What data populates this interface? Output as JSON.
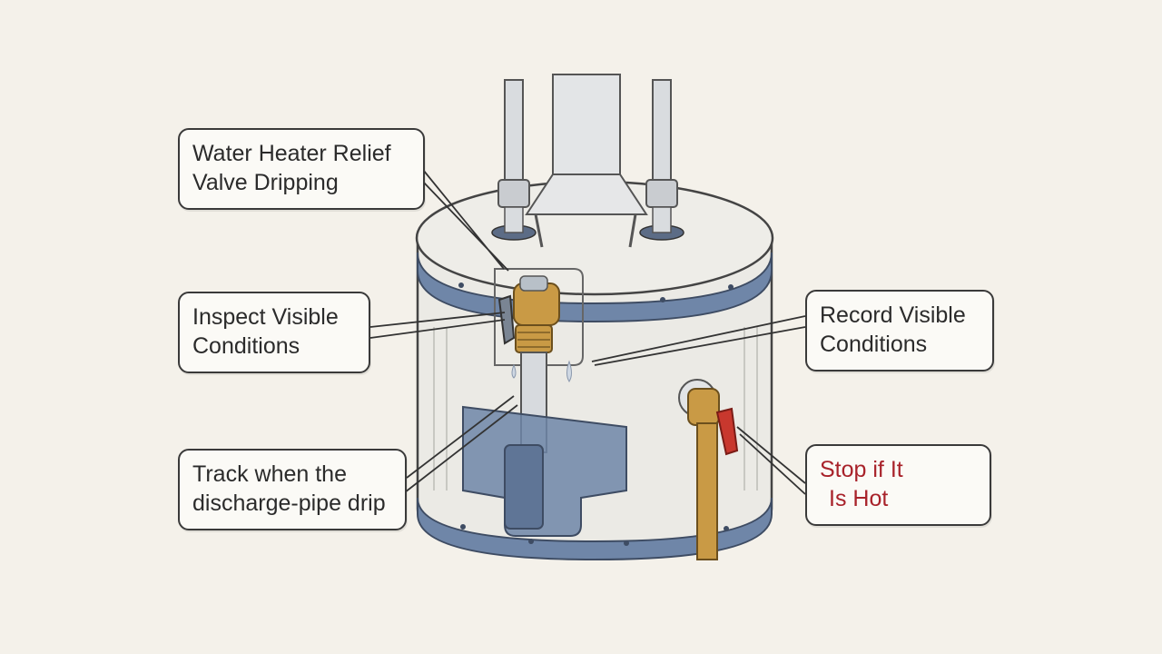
{
  "diagram": {
    "callouts": {
      "relief": {
        "lines": [
          "Water Heater Relief",
          "Valve Dripping"
        ]
      },
      "inspect": {
        "lines": [
          "Inspect Visible",
          "Conditions"
        ]
      },
      "record": {
        "lines": [
          "Record Visible",
          "Conditions"
        ]
      },
      "track": {
        "lines": [
          "Track when the",
          "discharge-pipe drip"
        ]
      },
      "stop": {
        "lines": [
          "Stop if It",
          "Is Hot"
        ]
      }
    },
    "colors": {
      "background": "#f4f1ea",
      "tank": "#e9e8e3",
      "tank_band": "#6f86a8",
      "brass": "#c99a45",
      "valve_handle": "#7a8593",
      "shutoff_handle": "#c8382e",
      "warning_text": "#a8222a",
      "outline": "#3a3a3a"
    },
    "icons": [
      "water-heater-tank",
      "relief-valve-icon",
      "discharge-pipe-icon",
      "drain-valve-icon",
      "flue-vent-icon"
    ]
  }
}
